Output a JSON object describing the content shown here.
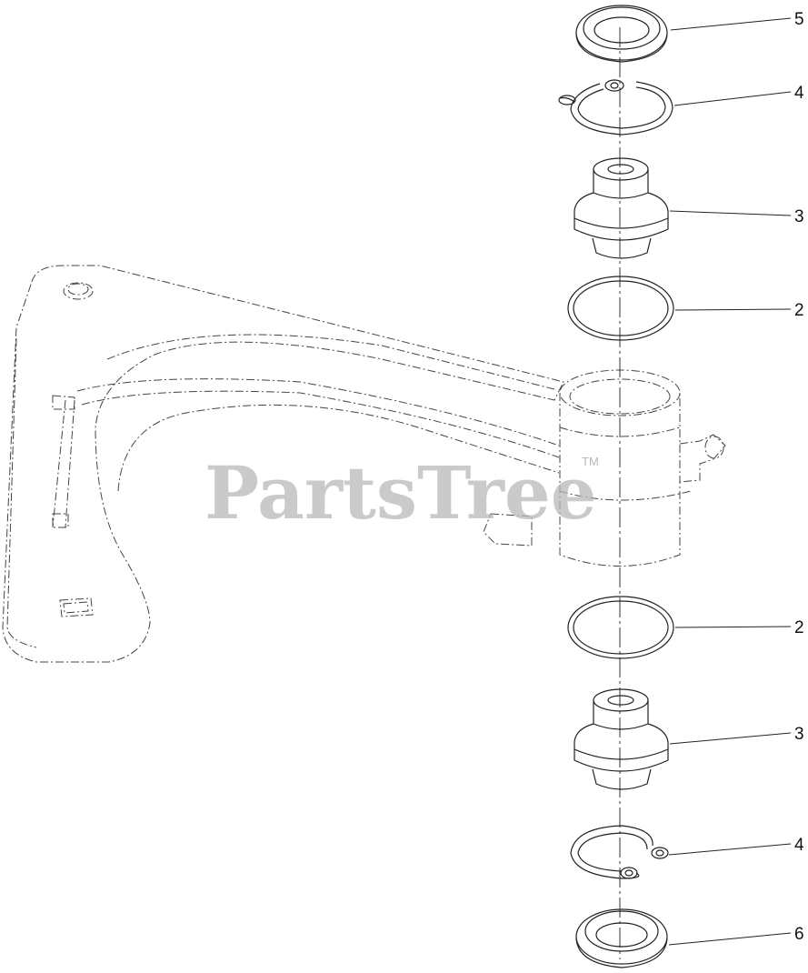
{
  "watermark": {
    "text": "PartsTree",
    "trademark": "TM"
  },
  "callouts": [
    {
      "id": "seal-top",
      "label": "5"
    },
    {
      "id": "retaining-ring-top",
      "label": "4"
    },
    {
      "id": "bearing-top",
      "label": "3"
    },
    {
      "id": "spacer-top",
      "label": "2"
    },
    {
      "id": "spacer-bottom",
      "label": "2"
    },
    {
      "id": "bearing-bottom",
      "label": "3"
    },
    {
      "id": "retaining-ring-bottom",
      "label": "4"
    },
    {
      "id": "seal-bottom",
      "label": "6"
    }
  ],
  "colors": {
    "line": "#222222",
    "watermark": "#b9b9b9",
    "background": "#ffffff"
  }
}
